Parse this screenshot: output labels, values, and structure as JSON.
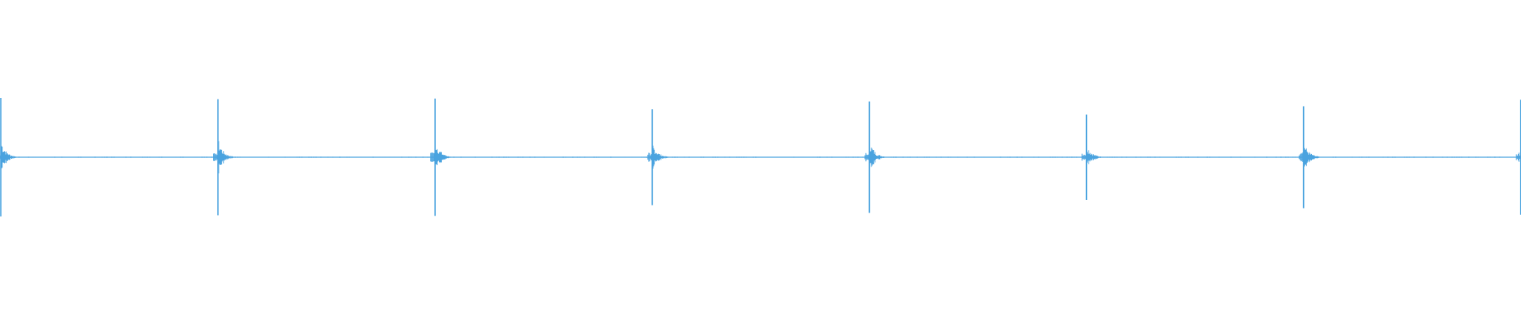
{
  "waveform": {
    "color": "#4aa3df",
    "pulse_count": 8,
    "pulses": [
      {
        "index": 0,
        "peak_level": 1.0
      },
      {
        "index": 1,
        "peak_level": 0.98
      },
      {
        "index": 2,
        "peak_level": 0.99
      },
      {
        "index": 3,
        "peak_level": 0.81
      },
      {
        "index": 4,
        "peak_level": 0.94
      },
      {
        "index": 5,
        "peak_level": 0.72
      },
      {
        "index": 6,
        "peak_level": 0.86
      },
      {
        "index": 7,
        "peak_level": 0.97
      }
    ]
  }
}
